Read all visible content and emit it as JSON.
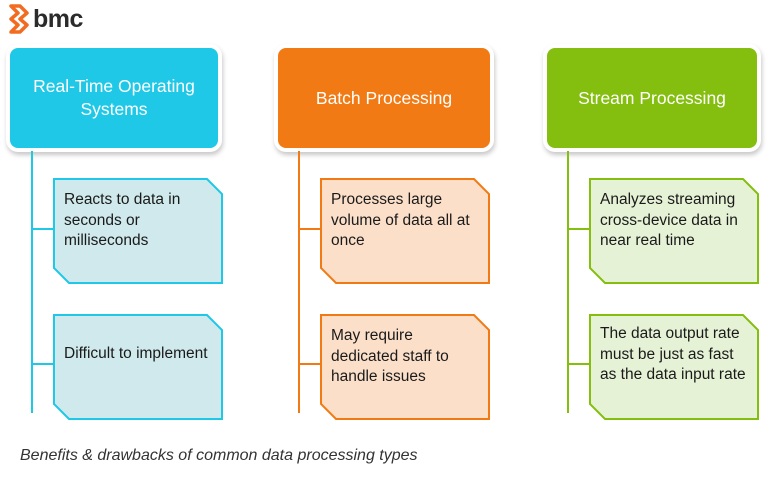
{
  "logo": {
    "text": "bmc",
    "color": "#f26b21"
  },
  "columns": [
    {
      "title": "Real-Time Operating Systems",
      "header_color": "#1ec8e6",
      "line_color": "#1ec8e6",
      "card_fill": "#cfe9ec",
      "cards": [
        {
          "text": "Reacts to data in seconds or milliseconds"
        },
        {
          "text": "Difficult to implement"
        }
      ]
    },
    {
      "title": "Batch Processing",
      "header_color": "#f27a14",
      "line_color": "#f27a14",
      "card_fill": "#fbdfc9",
      "cards": [
        {
          "text": "Processes large volume of data all at once"
        },
        {
          "text": "May require dedicated staff to handle issues"
        }
      ]
    },
    {
      "title": "Stream Processing",
      "header_color": "#84bf0f",
      "line_color": "#84bf0f",
      "card_fill": "#e6f2d6",
      "cards": [
        {
          "text": "Analyzes streaming cross-device data in near real time"
        },
        {
          "text": "The data output rate must be just as fast as the data input rate"
        }
      ]
    }
  ],
  "caption": "Benefits & drawbacks of common data processing types"
}
